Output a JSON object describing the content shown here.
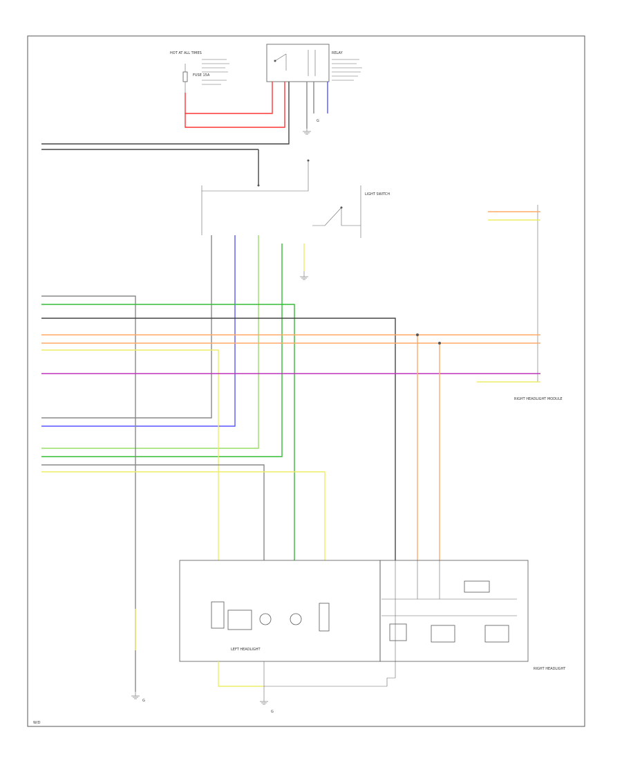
{
  "colors": {
    "red": "#ff3333",
    "blue": "#5555ff",
    "green": "#33bb33",
    "light_green": "#99dd66",
    "yellow": "#eeee66",
    "orange": "#ffaa66",
    "purple": "#bb33bb",
    "gray": "#888888",
    "black": "#333333",
    "frame": "#555555"
  },
  "icons": [
    "ground-icon",
    "switch-icon",
    "lamp-icon",
    "connector-icon",
    "splice-dot-icon"
  ],
  "labels": {
    "top_power": "HOT AT ALL TIMES",
    "fuse": "FUSE 15A",
    "relay": "RELAY",
    "ground_top": "G",
    "ground_left": "G",
    "ground_bottom": "G",
    "light_switch": "LIGHT SWITCH",
    "right_module": "RIGHT HEADLIGHT MODULE",
    "bottom_left_unit": "LEFT HEADLIGHT",
    "bottom_right_unit": "RIGHT HEADLIGHT",
    "page_id": "W/D"
  }
}
